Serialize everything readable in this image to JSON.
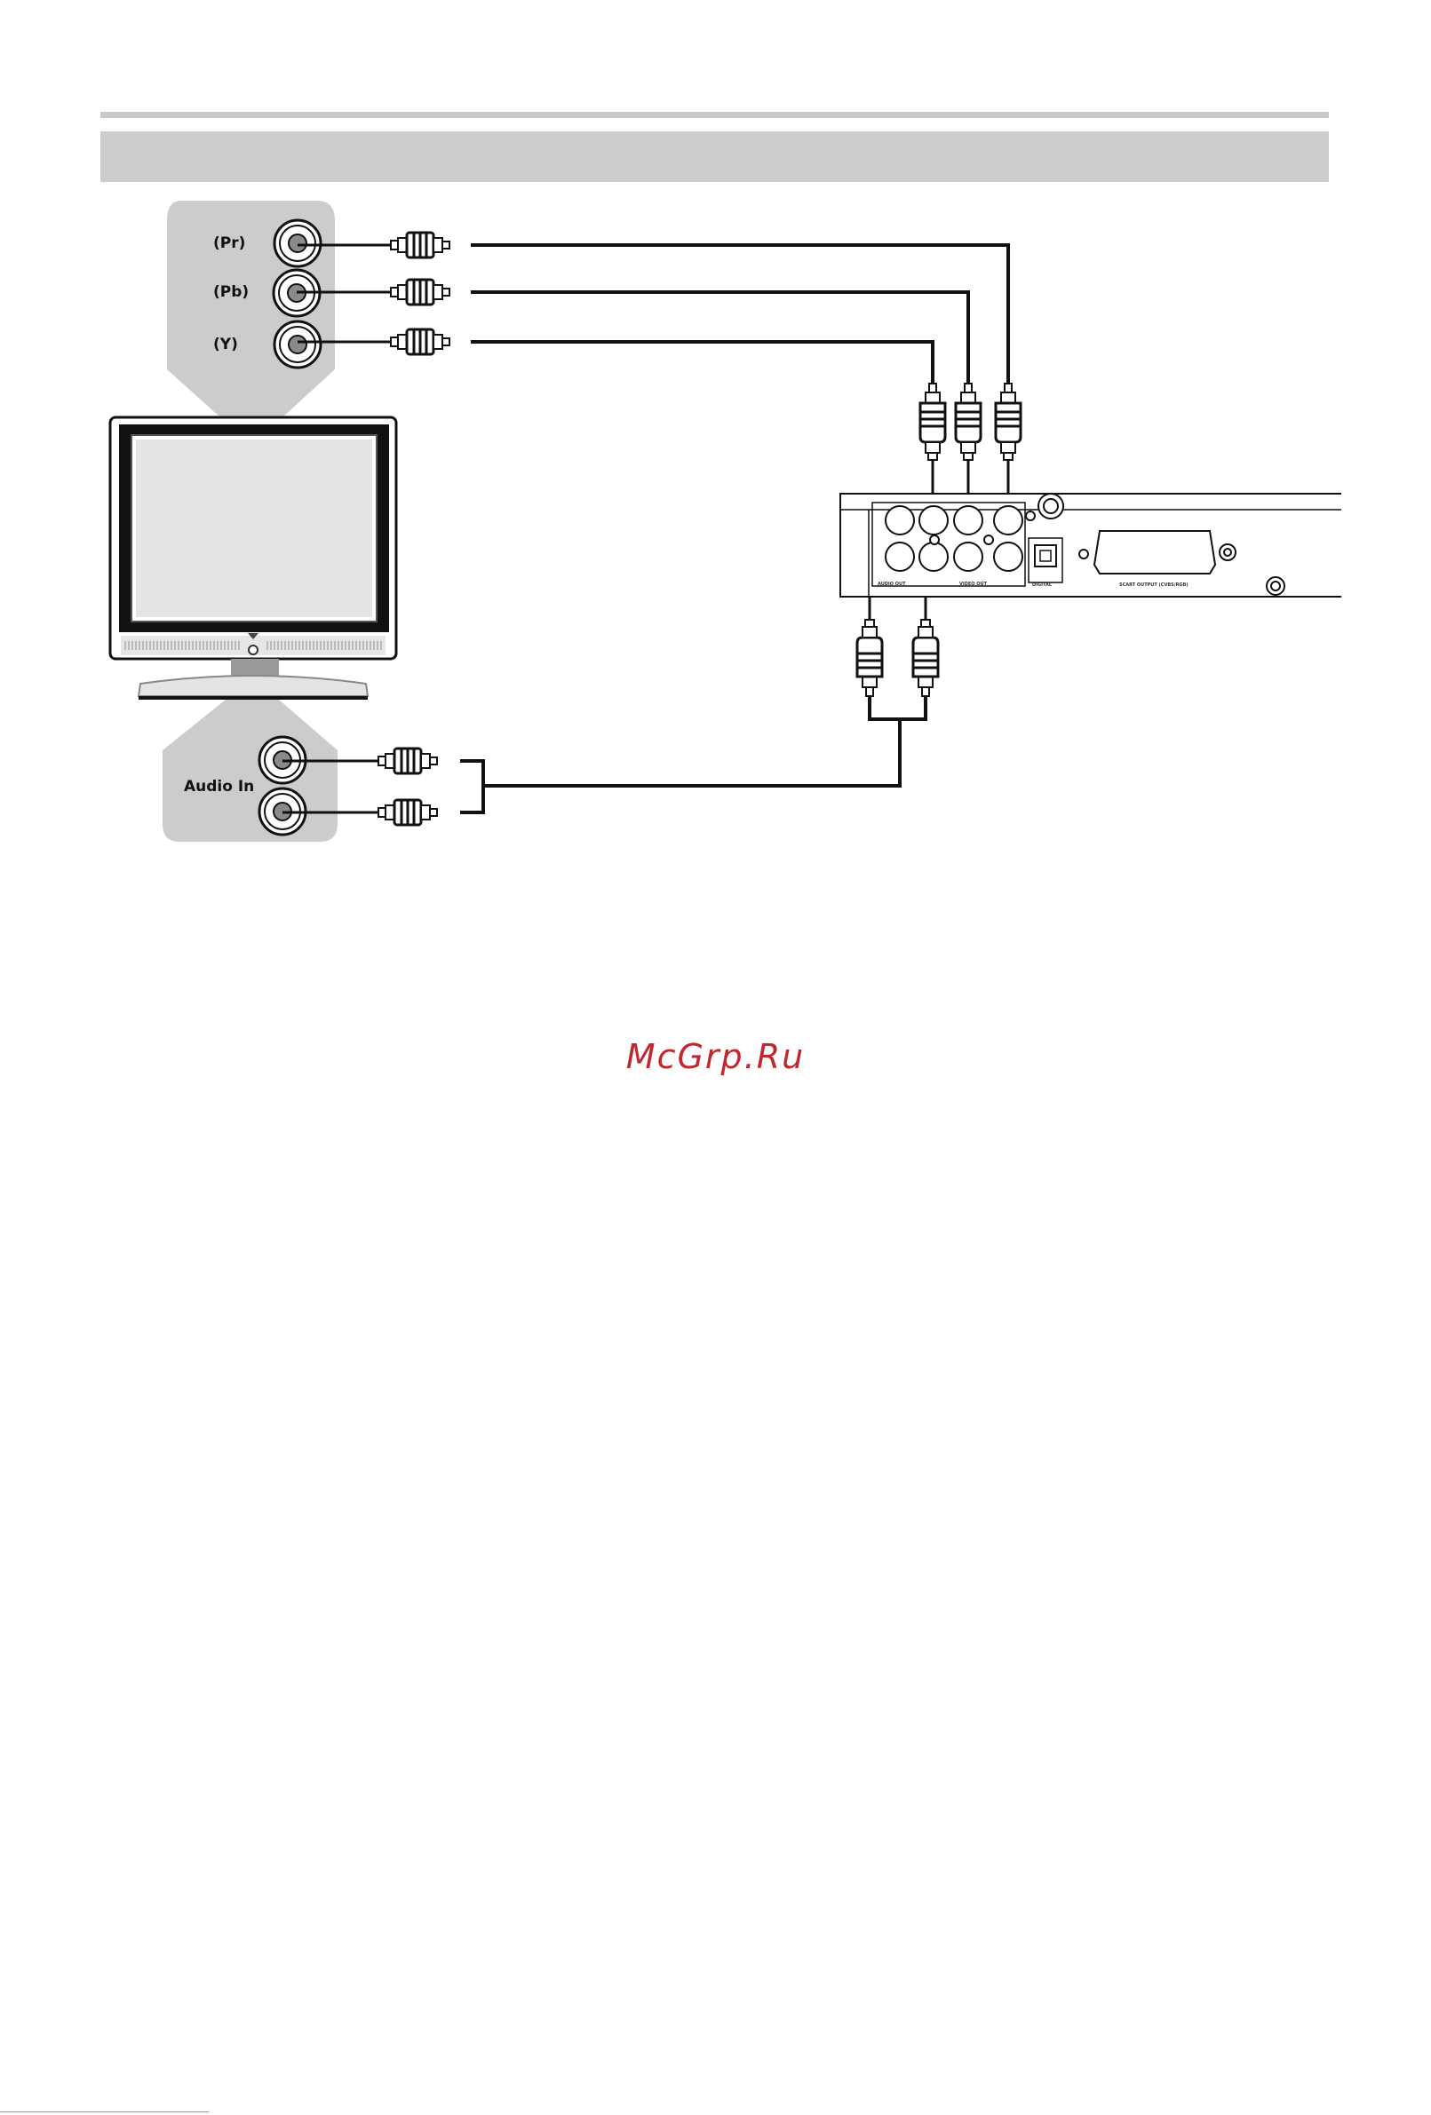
{
  "tv_video_inputs": {
    "labels": [
      "(Pr)",
      "(Pb)",
      "(Y)"
    ]
  },
  "tv_audio_inputs": {
    "label": "Audio In"
  },
  "watermark": {
    "text": "McGrp.Ru"
  }
}
